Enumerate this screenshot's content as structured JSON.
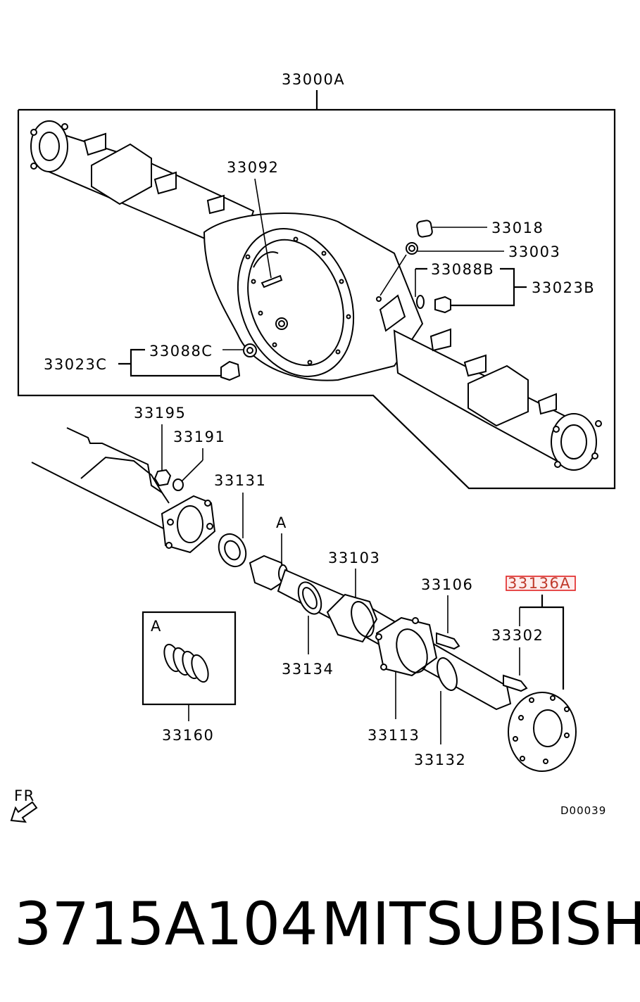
{
  "diagram": {
    "assembly_label": "33000A",
    "callouts": {
      "p33092": "33092",
      "p33018": "33018",
      "p33003": "33003",
      "p33088B": "33088B",
      "p33023B": "33023B",
      "p33088C": "33088C",
      "p33023C": "33023C",
      "p33195": "33195",
      "p33191": "33191",
      "p33131": "33131",
      "pA": "A",
      "p33103": "33103",
      "p33106": "33106",
      "p33136A": "33136A",
      "p33302": "33302",
      "p33134": "33134",
      "p33113": "33113",
      "p33132": "33132",
      "p33160": "33160",
      "detail_A": "A"
    },
    "direction_label": "FR",
    "drawing_code": "D00039",
    "highlighted_part": "33136A"
  },
  "caption": {
    "part_number": "3715A104",
    "brand": "MITSUBISHI"
  }
}
